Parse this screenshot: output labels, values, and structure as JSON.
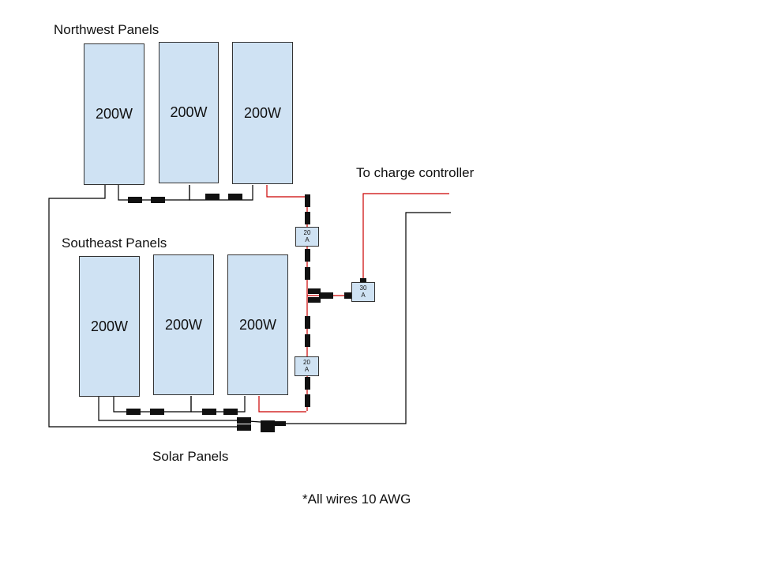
{
  "labels": {
    "northwest": "Northwest Panels",
    "southeast": "Southeast Panels",
    "to_charge_controller": "To charge controller",
    "solar_panels": "Solar Panels",
    "footnote": "*All wires 10 AWG"
  },
  "panels": {
    "northwest": [
      "200W",
      "200W",
      "200W"
    ],
    "southeast": [
      "200W",
      "200W",
      "200W"
    ]
  },
  "fuses": {
    "upper": "20\nA",
    "lower": "20\nA",
    "main": "30\nA"
  },
  "colors": {
    "panel_fill": "#cfe2f3",
    "positive_wire": "#cc0000",
    "negative_wire": "#000000"
  }
}
